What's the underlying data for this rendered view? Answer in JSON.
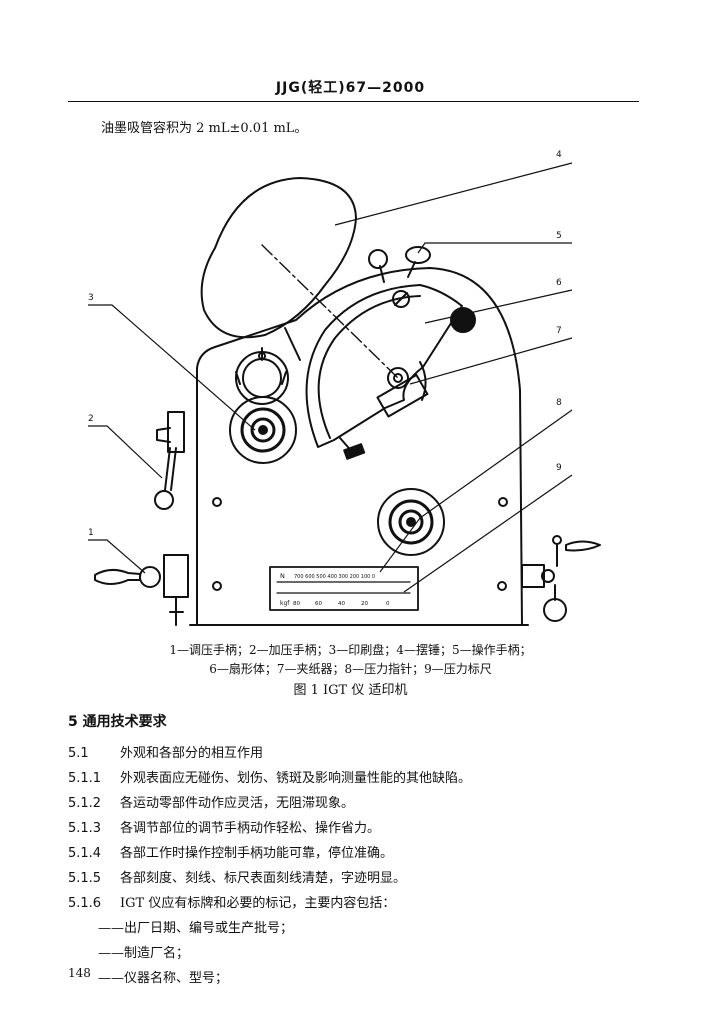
{
  "header": {
    "title": "JJG(轻工)67—2000"
  },
  "intro_text": "油墨吸管容积为 2 mL±0.01 mL。",
  "figure": {
    "callouts": [
      "1",
      "2",
      "3",
      "4",
      "5",
      "6",
      "7",
      "8",
      "9"
    ],
    "scale_top_label": "N",
    "scale_top_ticks": "700 600 500 400 300 200 100  0",
    "scale_bottom_label": "kgf",
    "scale_bottom_ticks": [
      "80",
      "60",
      "40",
      "20",
      "0"
    ],
    "caption_line1": "1—调压手柄；2—加压手柄；3—印刷盘；4—摆锤；5—操作手柄；",
    "caption_line2": "6—扇形体；7—夹纸器；8—压力指针；9—压力标尺",
    "title": "图 1   IGT 仪   适印机"
  },
  "section": {
    "title": "5   通用技术要求"
  },
  "clauses": [
    {
      "num": "5.1",
      "text": "外观和各部分的相互作用"
    },
    {
      "num": "5.1.1",
      "text": "外观表面应无碰伤、划伤、锈斑及影响测量性能的其他缺陷。"
    },
    {
      "num": "5.1.2",
      "text": "各运动零部件动作应灵活，无阻滞现象。"
    },
    {
      "num": "5.1.3",
      "text": "各调节部位的调节手柄动作轻松、操作省力。"
    },
    {
      "num": "5.1.4",
      "text": "各部工作时操作控制手柄功能可靠，停位准确。"
    },
    {
      "num": "5.1.5",
      "text": "各部刻度、刻线、标尺表面刻线清楚，字迹明显。"
    },
    {
      "num": "5.1.6",
      "text": "IGT 仪应有标牌和必要的标记，主要内容包括："
    }
  ],
  "bullets": [
    "——出厂日期、编号或生产批号；",
    "——制造厂名；",
    "——仪器名称、型号；"
  ],
  "page_number": "148"
}
